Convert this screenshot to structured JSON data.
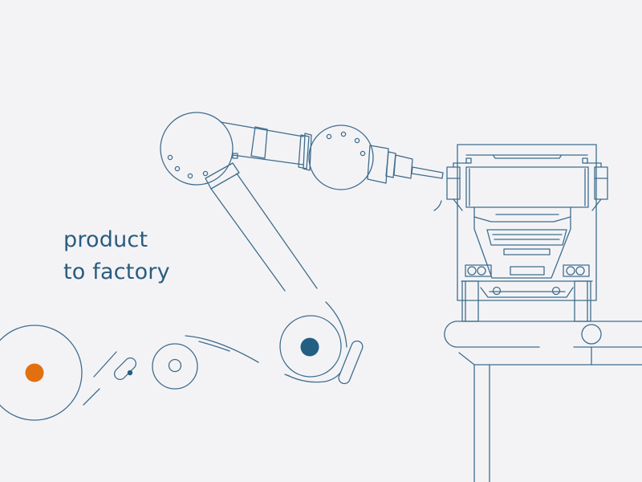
{
  "headline": {
    "line1": "product",
    "line2": "to factory"
  },
  "colors": {
    "background": "#f3f3f6",
    "line": "#3f6d8c",
    "text": "#2a5c7e",
    "accent_orange": "#e2700f",
    "accent_blue": "#235f82"
  },
  "illustration": {
    "elements": [
      "robot-arm",
      "truck",
      "conveyor-table",
      "spinning-wheels"
    ]
  }
}
